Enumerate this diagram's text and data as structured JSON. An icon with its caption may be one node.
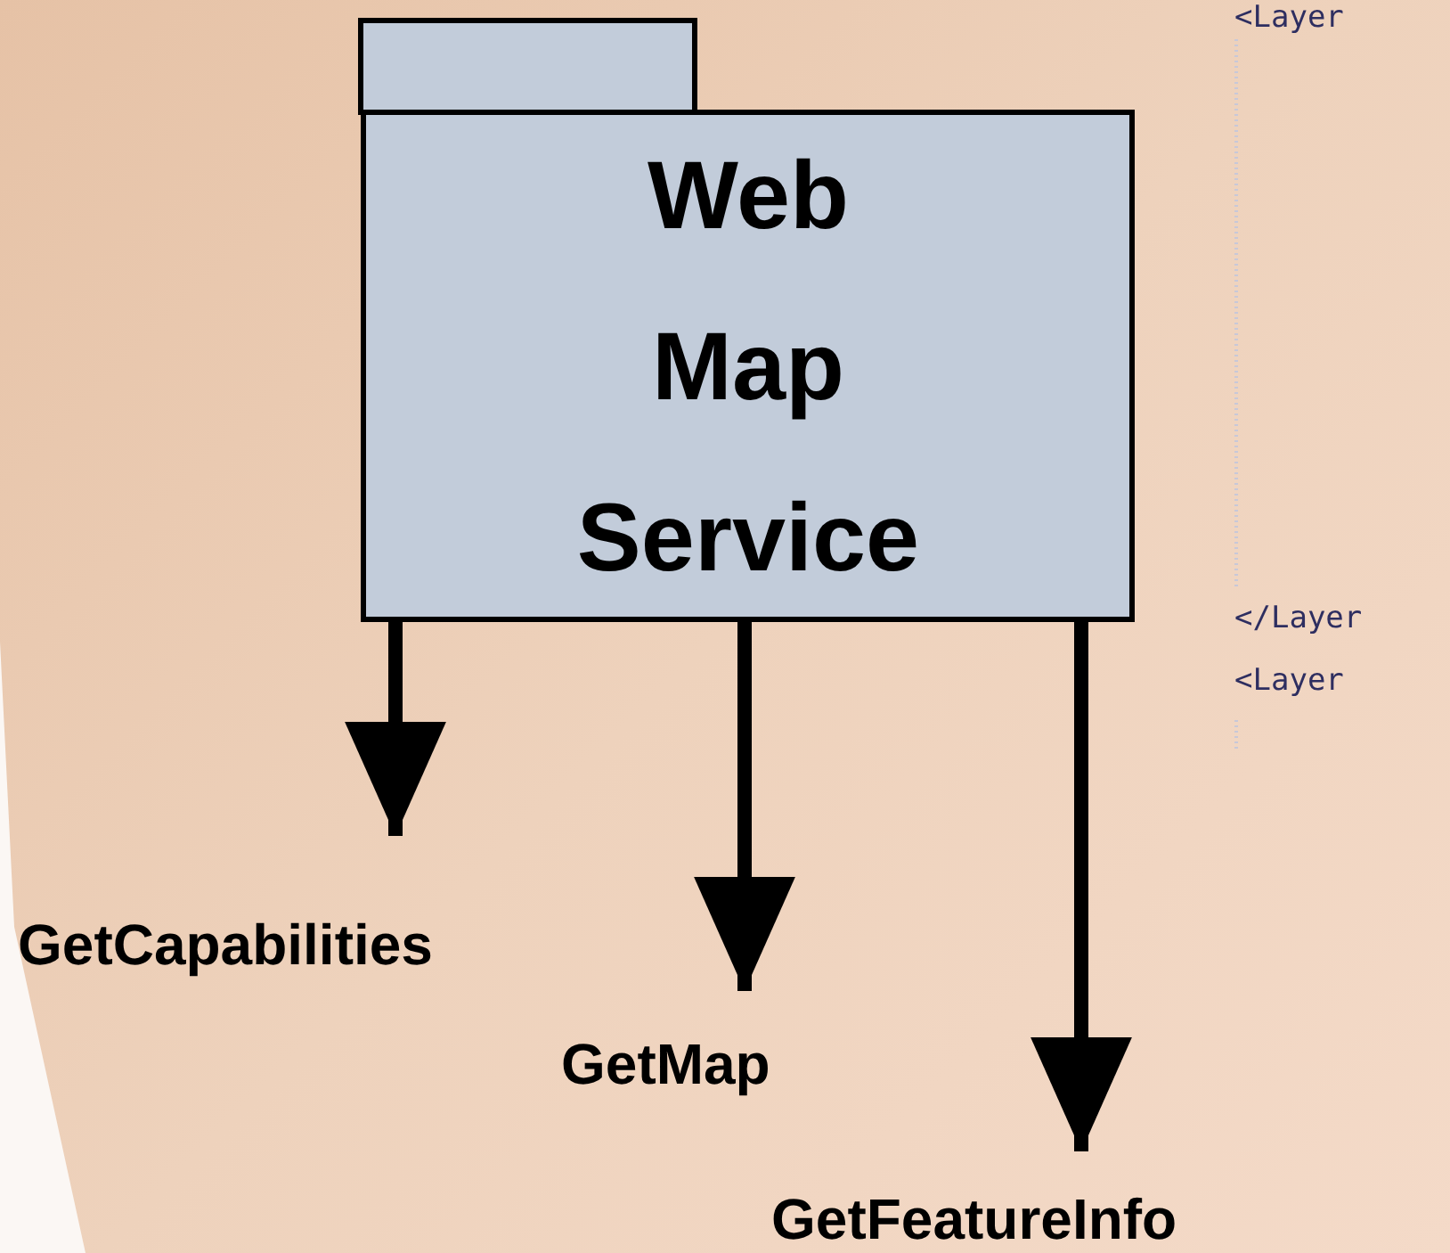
{
  "diagram": {
    "nodes": [
      {
        "text": [
          "Web Map Service"
        ]
      },
      {
        "text": [
          "GetCapabilities"
        ]
      },
      {
        "text": [
          "GetMap"
        ]
      },
      {
        "text": [
          "GetFeatureInfo"
        ]
      }
    ],
    "edges": [
      {
        "from": 0,
        "to": 1,
        "arrow": "to"
      },
      {
        "from": 0,
        "to": 2,
        "arrow": "to"
      },
      {
        "from": 0,
        "to": 3,
        "arrow": "to"
      }
    ],
    "labels": [
      "<Layer",
      "</Layer",
      "<Layer"
    ]
  }
}
